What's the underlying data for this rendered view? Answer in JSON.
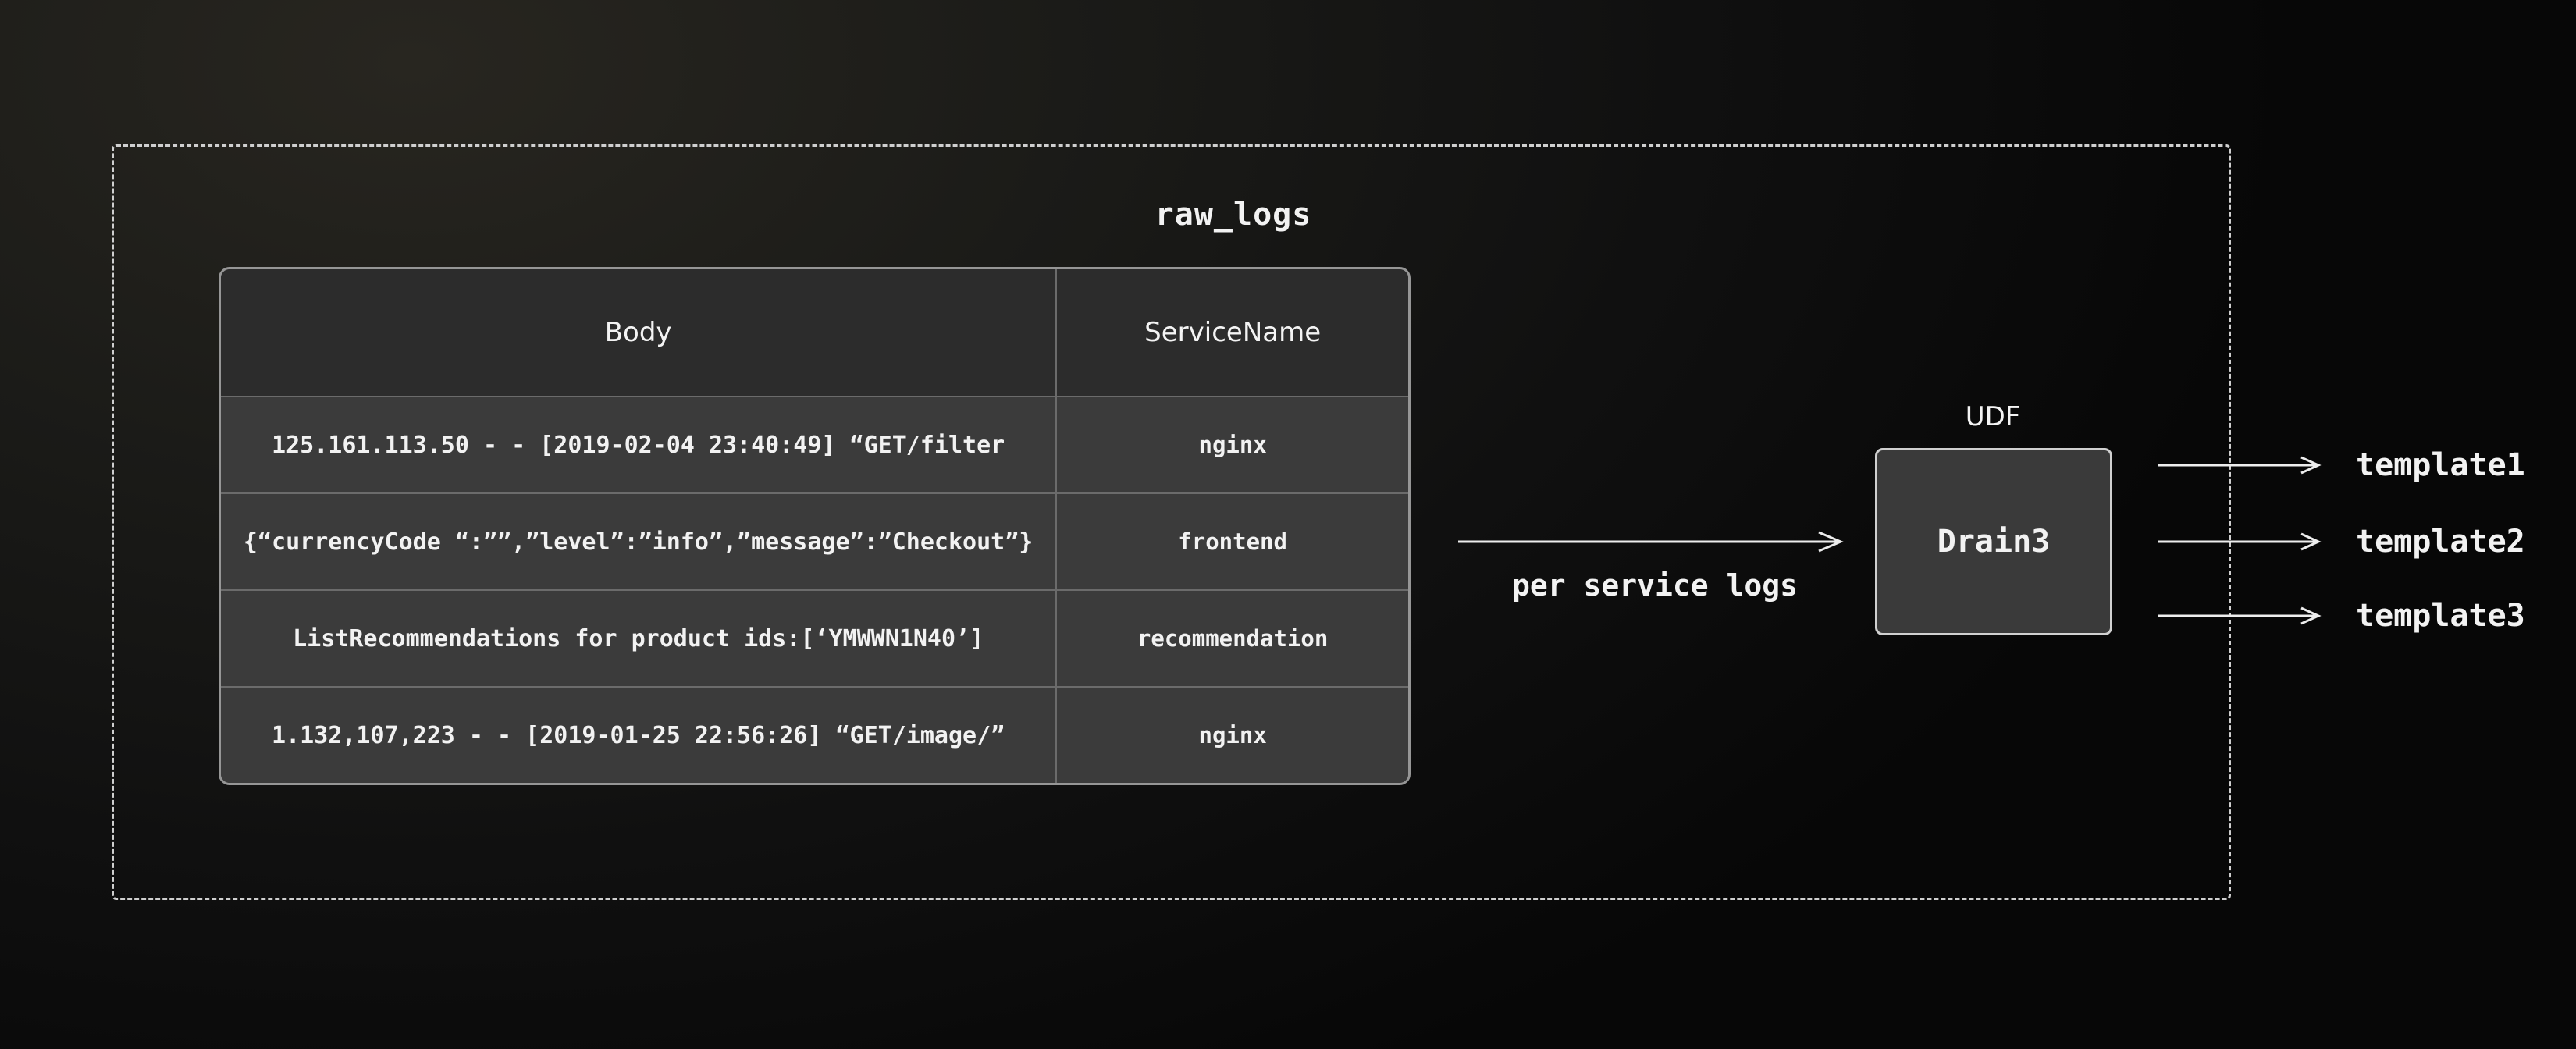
{
  "diagram": {
    "title": "raw_logs",
    "table": {
      "columns": [
        "Body",
        "ServiceName"
      ],
      "rows": [
        {
          "body": "125.161.113.50 - - [2019-02-04 23:40:49] “GET/filter",
          "service": "nginx"
        },
        {
          "body": "{“currencyCode “:””,”level”:”info”,”message”:”Checkout”}",
          "service": "frontend"
        },
        {
          "body": "ListRecommendations for product ids:[‘YMWWN1N40’]",
          "service": "recommendation"
        },
        {
          "body": "1.132,107,223 - - [2019-01-25 22:56:26] “GET/image/”",
          "service": "nginx"
        }
      ]
    },
    "flow_arrow_label": "per service logs",
    "processor": {
      "annotation": "UDF",
      "name": "Drain3"
    },
    "outputs": [
      "template1",
      "template2",
      "template3"
    ]
  },
  "colors": {
    "background_dark": "#070707",
    "background_light": "#282620",
    "table_header_bg": "#2c2c2c",
    "table_row_bg": "#3b3b3b",
    "table_border": "#969696",
    "cell_divider": "#6b6b6b",
    "node_bg": "#3a3a3a",
    "node_border": "#d0d0d0",
    "dashed_border": "#cfcfcf",
    "arrow": "#ededed",
    "text": "#f2f2f2"
  }
}
